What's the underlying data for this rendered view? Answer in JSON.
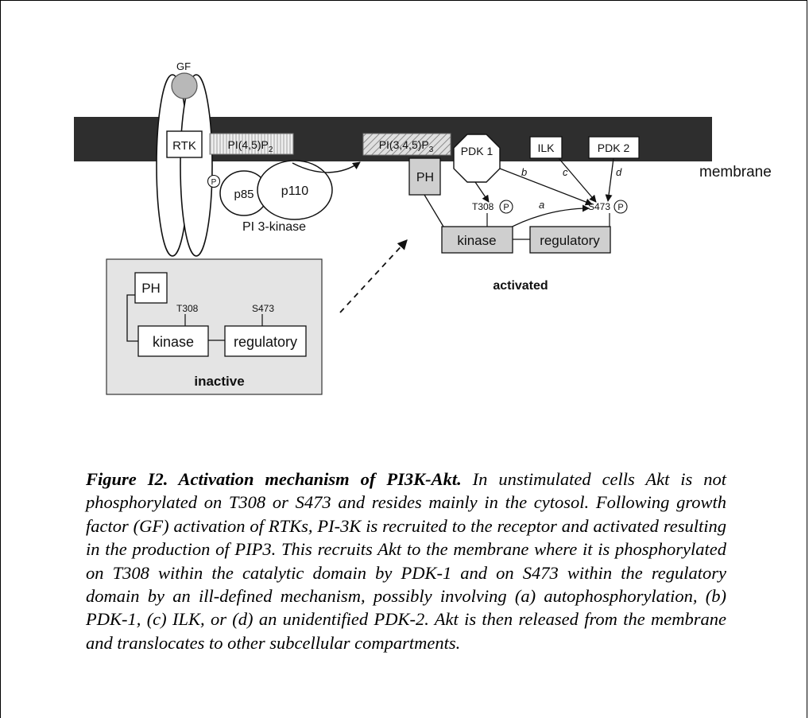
{
  "diagram": {
    "gf_label": "GF",
    "rtk_label": "RTK",
    "p_mark": "P",
    "p85_label": "p85",
    "p110_label": "p110",
    "pi3k_label": "PI 3-kinase",
    "pip2": {
      "base": "PI(4,5)P",
      "sub": "2"
    },
    "pip3": {
      "base": "PI(3,4,5)P",
      "sub": "3"
    },
    "ph_label": "PH",
    "pdk1_label": "PDK 1",
    "ilk_label": "ILK",
    "pdk2_label": "PDK 2",
    "membrane_label": "membrane",
    "t308_label": "T308",
    "s473_label": "S473",
    "letter_a": "a",
    "letter_b": "b",
    "letter_c": "c",
    "letter_d": "d",
    "kinase_label": "kinase",
    "regulatory_label": "regulatory",
    "activated_label": "activated",
    "inactive_label": "inactive",
    "colors": {
      "membrane": "#2e2e2e",
      "domain_gray": "#cfcfcf",
      "inactive_panel": "#e4e4e4"
    }
  },
  "caption": {
    "lead": "Figure I2. Activation mechanism of PI3K-Akt.",
    "body": " In unstimulated cells Akt is not phosphorylated on T308 or S473 and resides mainly in the cytosol. Following growth factor (GF) activation of RTKs, PI-3K is recruited to the receptor and activated resulting in the production of PIP3. This recruits Akt to the membrane where it is phosphorylated on T308 within the catalytic domain by PDK-1 and on S473 within the regulatory domain by an ill-defined mechanism, possibly involving (a) autophosphorylation, (b) PDK-1, (c) ILK, or (d) an unidentified PDK-2. Akt is then released from the membrane and translocates to other subcellular compartments."
  }
}
